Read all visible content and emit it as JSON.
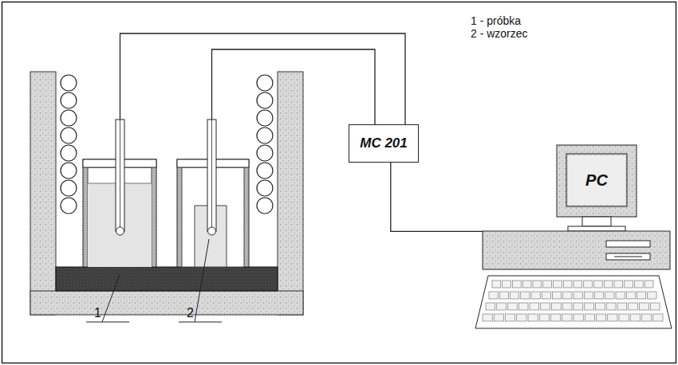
{
  "diagram": {
    "nodes": [
      {
        "text": [
          "MC 201"
        ]
      },
      {
        "text": [
          "PC"
        ]
      }
    ],
    "edges": [
      {
        "from": 0,
        "to": 1,
        "arrow": "none"
      }
    ],
    "labels": [
      "1 - próbka",
      "2 - wzorzec",
      "1",
      "2"
    ]
  }
}
